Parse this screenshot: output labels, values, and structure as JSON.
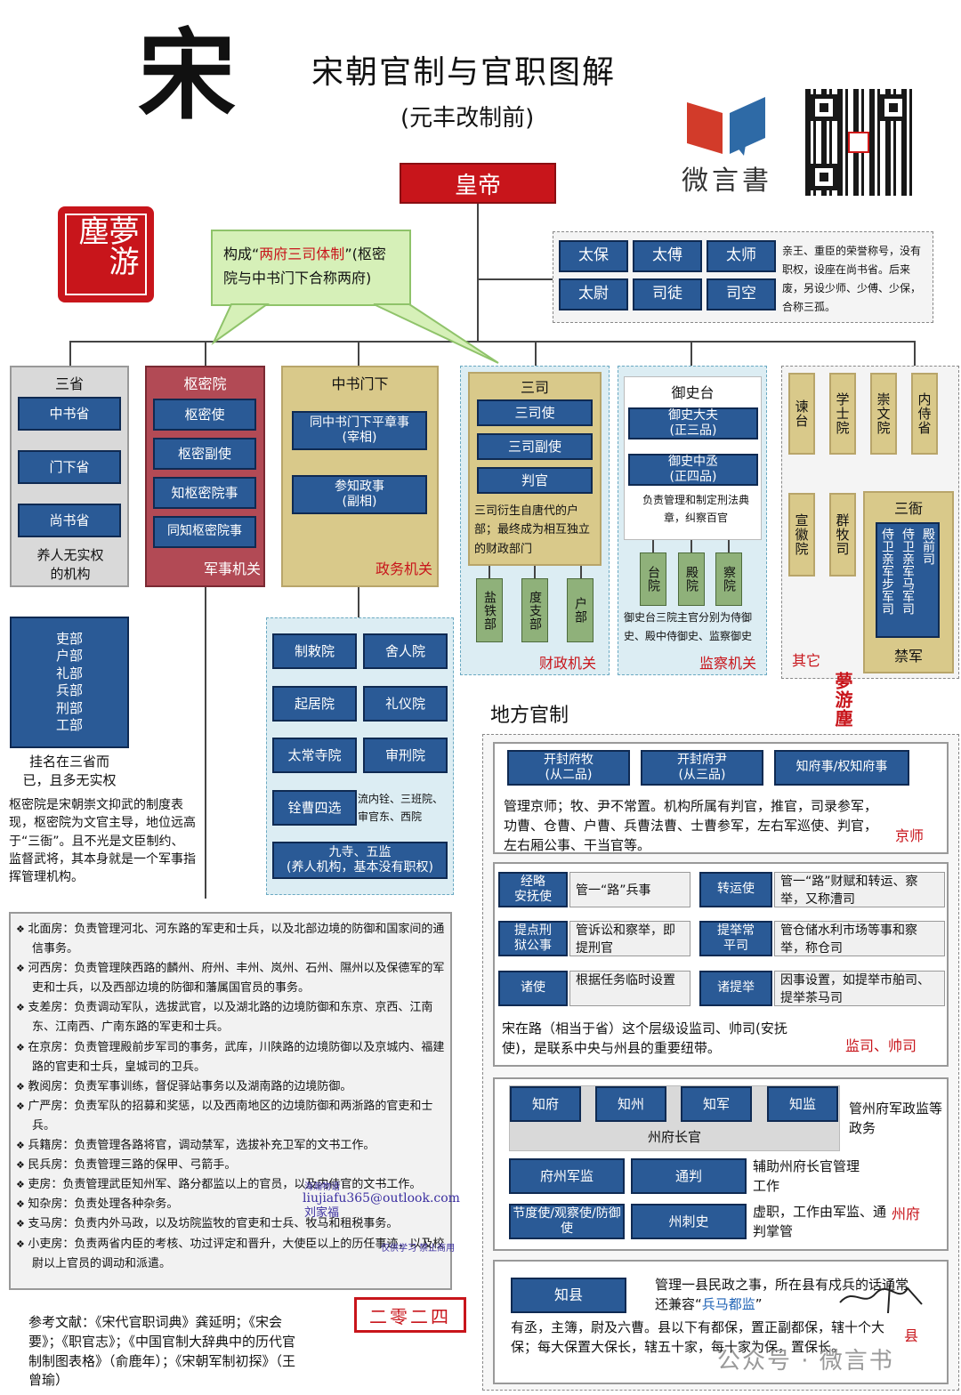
{
  "header": {
    "big_char": "宋",
    "title": "宋朝官制与官职图解",
    "subtitle": "(元丰改制前)",
    "brand": "微言書",
    "seal": "夢游塵",
    "seal2": "夢游塵"
  },
  "emperor": "皇帝",
  "callout": {
    "pre": "构成“",
    "hl": "两府三司体制",
    "post": "”(枢密院与中书门下合称两府)"
  },
  "honors": {
    "items": [
      "太保",
      "太傅",
      "太师",
      "太尉",
      "司徒",
      "司空"
    ],
    "note": "亲王、重臣的荣誉称号，没有职权，设座在尚书省。后来废，另设少师、少傅、少保，合称三孤。"
  },
  "sansheng": {
    "title": "三省",
    "items": [
      "中书省",
      "门下省",
      "尚书省"
    ],
    "note": "养人无实权的机构"
  },
  "liubu": {
    "items": [
      "吏部",
      "户部",
      "礼部",
      "兵部",
      "刑部",
      "工部"
    ],
    "note": "挂名在三省而已，且多无实权"
  },
  "shumi": {
    "title": "枢密院",
    "items": [
      "枢密使",
      "枢密副使",
      "知枢密院事",
      "同知枢密院事"
    ],
    "foot": "军事机关",
    "desc": "枢密院是宋朝崇文抑武的制度表现，枢密院为文官主导，地位远高于“三衙”。且不光是文臣制约、监督武将，其本身就是一个军事指挥管理机构。"
  },
  "zhongshu": {
    "title": "中书门下",
    "items": [
      "同中书门下平章事\n(宰相)",
      "参知政事\n(副相)"
    ],
    "foot": "政务机关"
  },
  "zhongshu_sub": {
    "items": [
      "制敕院",
      "舍人院",
      "起居院",
      "礼仪院",
      "太常寺院",
      "审刑院",
      "铨曹四选"
    ],
    "liunei": "流内铨、三班院、审官东、西院",
    "jiusi": "九寺、五监\n(养人机构，基本没有职权)"
  },
  "sansi": {
    "title": "三司",
    "items": [
      "三司使",
      "三司副使",
      "判官"
    ],
    "note": "三司衍生自唐代的户部；最终成为相互独立的财政部门",
    "subs": [
      "盐铁部",
      "度支部",
      "户部"
    ],
    "foot": "财政机关"
  },
  "yushi": {
    "title": "御史台",
    "items": [
      "御史大夫\n(正三品)",
      "御史中丞\n(正四品)"
    ],
    "note": "负责管理和制定刑法典章，纠察百官",
    "subs": [
      "台院",
      "殿院",
      "察院"
    ],
    "note2": "御史台三院主官分别为侍御史、殿中侍御史、监察御史",
    "foot": "监察机关"
  },
  "other": {
    "top": [
      "谏台",
      "学士院",
      "崇文院",
      "内侍省"
    ],
    "mid": [
      "宣徽院",
      "群牧司"
    ],
    "sanya": "三衙",
    "sanya_items": [
      "侍卫亲军步军司",
      "侍卫亲军马军司",
      "殿前司"
    ],
    "jinjun": "禁军",
    "foot": "其它"
  },
  "military_list": [
    "北面房：负责管理河北、河东路的军吏和士兵，以及北部边境的防御和国家间的通信事务。",
    "河西房：负责管理陕西路的麟州、府州、丰州、岚州、石州、隰州以及保德军的军吏和士兵，以及西部边境的防御和藩属国官员的事务。",
    "支差房：负责调动军队，选拔武官，以及湖北路的边境防御和东京、京西、江南东、江南西、广南东路的军吏和士兵。",
    "在京房：负责管理殿前步军司的事务，武库，川陕路的边境防御以及京城内、福建路的官吏和士兵，皇城司的卫兵。",
    "教阅房：负责军事训练，督促驿站事务以及湖南路的边境防御。",
    "广严房：负责军队的招募和奖惩，以及西南地区的边境防御和两浙路的官吏和士兵。",
    "兵籍房：负责管理各路将官，调动禁军，选拔补充卫军的文书工作。",
    "民兵房：负责管理三路的保甲、弓箭手。",
    "吏房：负责管理武臣知州军、路分都监以上的官员，以及内侍官的文书工作。",
    "知杂房：负责处理各种杂务。",
    "支马房：负责内外马政，以及坊院监牧的官吏和士兵、牧马和租税事务。",
    "小吏房：负责两省内臣的考核、功过评定和晋升，大使臣以上的历任事迹，以及校尉以上官员的调动和派遣。"
  ],
  "watermark": {
    "a": "海瀚物语",
    "b": "liujiafu365@outlook.com",
    "c": "刘家福",
    "d": "仅供学习 禁止商用"
  },
  "refs": "参考文献：《宋代官职词典》龚延明；《宋会要》；《职官志》；《中国官制大辞典中的历代官制制图表格》（俞鹿年）；《宋朝军制初探》（王曾瑜）",
  "year": "二零二四",
  "local": {
    "title": "地方官制",
    "jingshi": {
      "items": [
        "开封府牧\n(从二品)",
        "开封府尹\n(从三品)",
        "知府事/权知府事"
      ],
      "desc": "管理京师；牧、尹不常置。机构所属有判官，推官，司录参军，功曹、仓曹、户曹、兵曹法曹、士曹参军，左右军巡使、判官，左右厢公事、干当官等。",
      "tag": "京师"
    },
    "lu": {
      "rows": [
        [
          "经略\n安抚使",
          "管一“路”兵事",
          "转运使",
          "管一“路”财赋和转运、察举，又称漕司"
        ],
        [
          "提点刑\n狱公事",
          "管诉讼和察举，即提刑官",
          "提举常\n平司",
          "管仓储水利市场等事和察举，称仓司"
        ],
        [
          "诸使",
          "根据任务临时设置",
          "诸提举",
          "因事设置，如提举市舶司、提举茶马司"
        ]
      ],
      "desc": "宋在路（相当于省）这个层级设监司、帅司(安抚使)，是联系中央与州县的重要纽带。",
      "tag": "监司、帅司"
    },
    "zhou": {
      "top": [
        "知府",
        "知州",
        "知军",
        "知监"
      ],
      "label": "州府长官",
      "note": "管州府军政监等政务",
      "r2": [
        "府州军监",
        "通判"
      ],
      "r2note": "辅助州府长官管理工作",
      "r3": [
        "节度使/观察使/防御使",
        "州刺史"
      ],
      "r3note": "虚职，工作由军监、通判掌管",
      "tag": "州府"
    },
    "xian": {
      "item": "知县",
      "desc1": "管理一县民政之事，所在县有戍兵的话通常还兼容“",
      "hl": "兵马都监",
      "desc1b": "”",
      "desc2": "有丞，主簿，尉及六曹。县以下有都保，置正副都保，辖十个大保；每大保置大保长，辖五十家，每十家为保，置保长。",
      "tag": "县"
    }
  },
  "footer": "公众号 · 微言书"
}
